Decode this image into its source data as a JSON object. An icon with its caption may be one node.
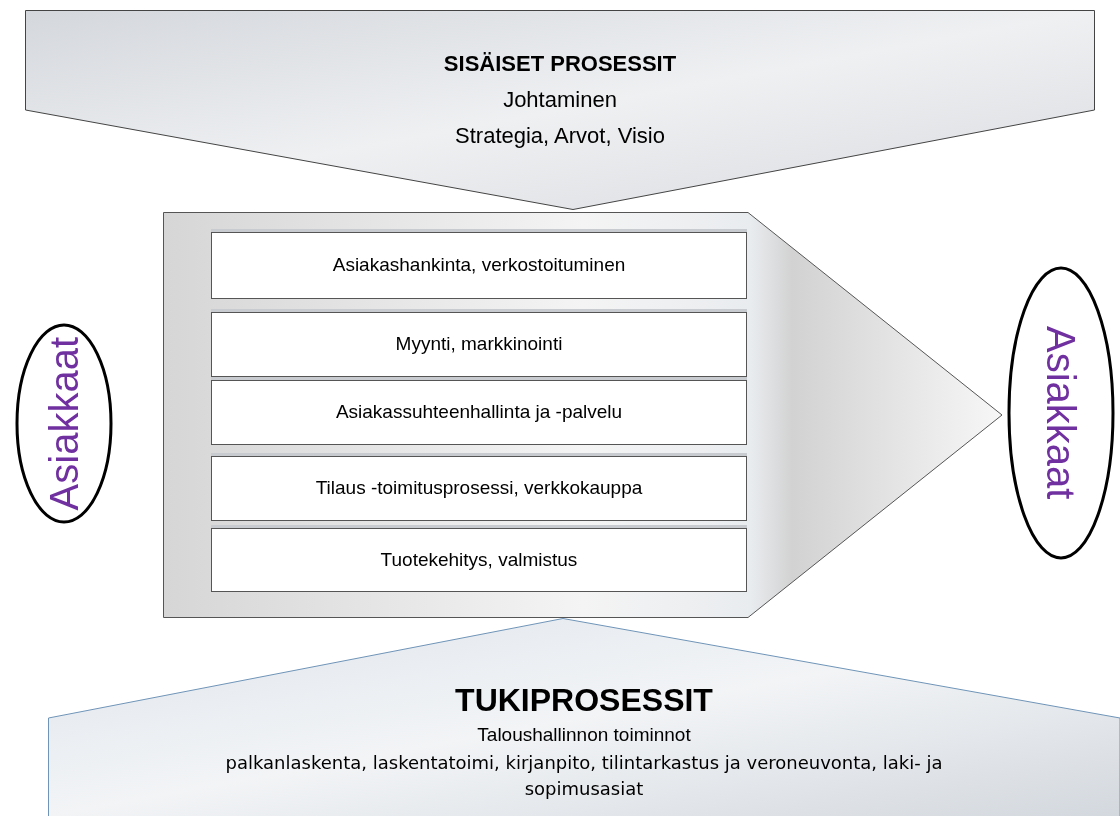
{
  "diagram": {
    "nodes": [
      {
        "text": [
          "SISÄISET PROSESSIT",
          "Johtaminen",
          "Strategia, Arvot, Visio"
        ]
      },
      {
        "text": [
          "Asiakkaat"
        ]
      },
      {
        "text": [],
        "shape": "arrow"
      },
      {
        "text": [
          "Asiakashankinta, verkostoituminen"
        ],
        "in": 2
      },
      {
        "text": [
          "Myynti, markkinointi"
        ],
        "in": 2
      },
      {
        "text": [
          "Asiakassuhteenhallinta ja -palvelu"
        ],
        "in": 2
      },
      {
        "text": [
          "Tilaus -toimitusprosessi, verkkokauppa"
        ],
        "in": 2
      },
      {
        "text": [
          "Tuotekehitys, valmistus"
        ],
        "in": 2
      },
      {
        "text": [
          "Asiakkaat"
        ]
      },
      {
        "text": [
          "TUKIPROSESSIT",
          "Taloushallinnon toiminnot",
          "palkanlaskenta, laskentatoimi, kirjanpito, tilintarkastus ja veroneuvonta, laki- ja sopimusasiat"
        ]
      }
    ]
  }
}
